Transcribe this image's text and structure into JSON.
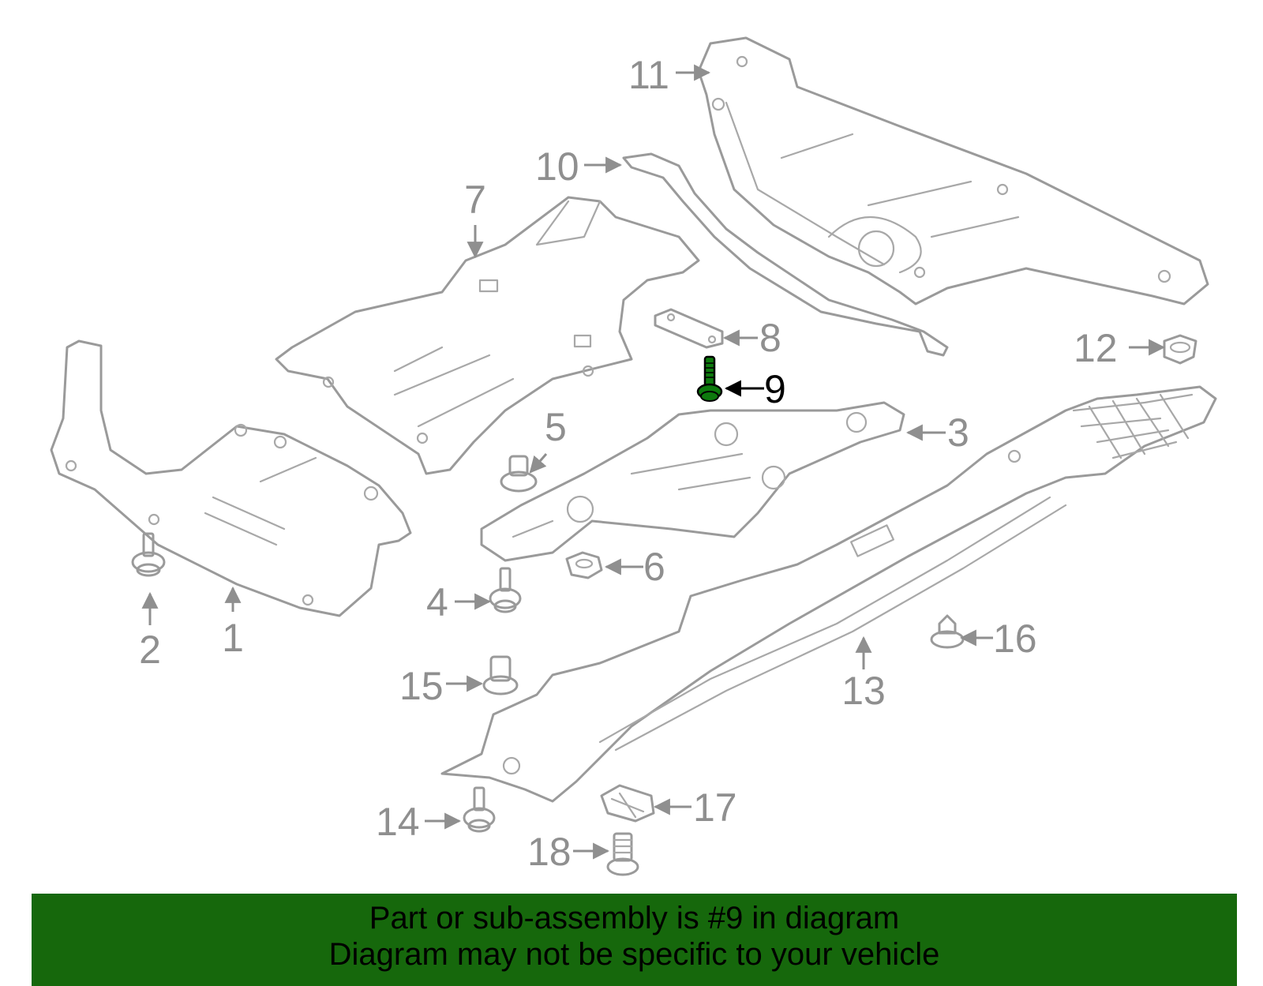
{
  "highlight_part": "9",
  "colors": {
    "outline": "#9a9a9a",
    "highlight": "#0d7a0d",
    "banner_bg": "#16680c",
    "banner_text": "#000000"
  },
  "callouts": [
    {
      "id": "c1",
      "label": "1"
    },
    {
      "id": "c2",
      "label": "2"
    },
    {
      "id": "c3",
      "label": "3"
    },
    {
      "id": "c4",
      "label": "4"
    },
    {
      "id": "c5",
      "label": "5"
    },
    {
      "id": "c6",
      "label": "6"
    },
    {
      "id": "c7",
      "label": "7"
    },
    {
      "id": "c8",
      "label": "8"
    },
    {
      "id": "c9",
      "label": "9"
    },
    {
      "id": "c10",
      "label": "10"
    },
    {
      "id": "c11",
      "label": "11"
    },
    {
      "id": "c12",
      "label": "12"
    },
    {
      "id": "c13",
      "label": "13"
    },
    {
      "id": "c14",
      "label": "14"
    },
    {
      "id": "c15",
      "label": "15"
    },
    {
      "id": "c16",
      "label": "16"
    },
    {
      "id": "c17",
      "label": "17"
    },
    {
      "id": "c18",
      "label": "18"
    }
  ],
  "banner": {
    "line1": "Part or sub-assembly is #9 in diagram",
    "line2": "Diagram may not be specific to your vehicle"
  }
}
